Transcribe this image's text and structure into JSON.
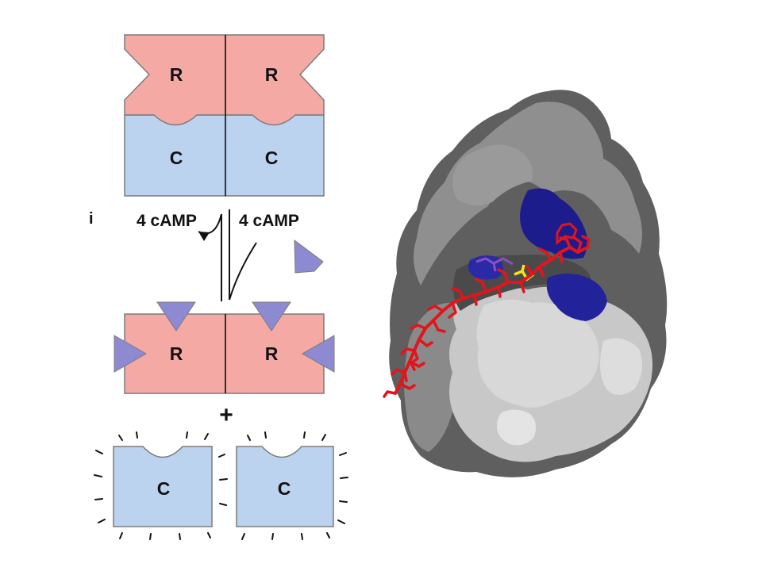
{
  "diagram": {
    "subunit_labels": {
      "regulatory": "R",
      "catalytic": "C"
    },
    "reaction": {
      "left_label": "4 cAMP",
      "left_label_clipped_prefix": "i",
      "right_label": "4 cAMP",
      "plus_sign": "+"
    }
  },
  "colors": {
    "regulatory_fill": "#f5a9a5",
    "catalytic_fill": "#bcd3ef",
    "camp_fill": "#8e8ad2",
    "outline": "#7b7b7b",
    "divider": "#111111",
    "surface_dark": "#5b5b5b",
    "surface_mid": "#8e8e8e",
    "surface_light": "#c9c9c9",
    "pocket_blue": "#1b1b8f",
    "peptide_red": "#e2141c",
    "ligand_yellow": "#f2e41a",
    "ligand_purple": "#8a4fc4"
  }
}
